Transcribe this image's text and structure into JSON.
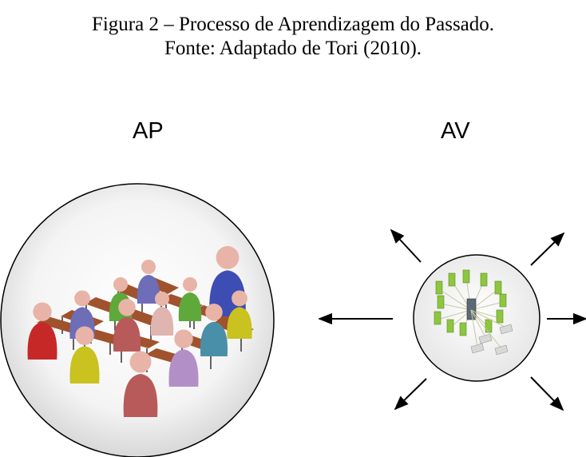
{
  "caption": {
    "line1": "Figura 2 – Processo de Aprendizagem do Passado.",
    "line2": "Fonte: Adaptado de Tori (2010)."
  },
  "left": {
    "label": "AP",
    "icon": "classroom-illustration"
  },
  "right": {
    "label": "AV",
    "icon": "network-illustration",
    "arrow_directions": [
      "up-left",
      "up-right",
      "right",
      "down-right",
      "down-left",
      "left"
    ]
  },
  "colors": {
    "figure_colors": [
      "#c62828",
      "#6d6db8",
      "#5fa83a",
      "#c9c21f",
      "#e0b5b0",
      "#4a8fa8",
      "#b38fc7",
      "#3d4db3",
      "#b85a5a"
    ],
    "desk": "#a0522d",
    "server": "#8dc63f"
  }
}
